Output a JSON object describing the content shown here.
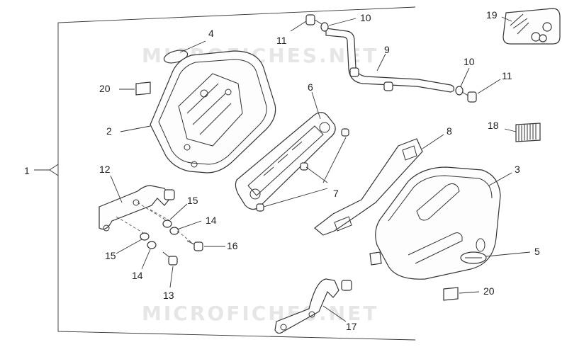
{
  "watermark": "MICROFICHES.NET",
  "callouts": {
    "c1": "1",
    "c2": "2",
    "c3": "3",
    "c4": "4",
    "c5": "5",
    "c6": "6",
    "c7": "7",
    "c8": "8",
    "c9": "9",
    "c10a": "10",
    "c10b": "10",
    "c11a": "11",
    "c11b": "11",
    "c12": "12",
    "c13": "13",
    "c14a": "14",
    "c14b": "14",
    "c15a": "15",
    "c15b": "15",
    "c16": "16",
    "c17": "17",
    "c18": "18",
    "c19": "19",
    "c20a": "20",
    "c20b": "20"
  },
  "colors": {
    "line": "#333333",
    "watermark": "#e6e6e6",
    "background": "#ffffff"
  }
}
